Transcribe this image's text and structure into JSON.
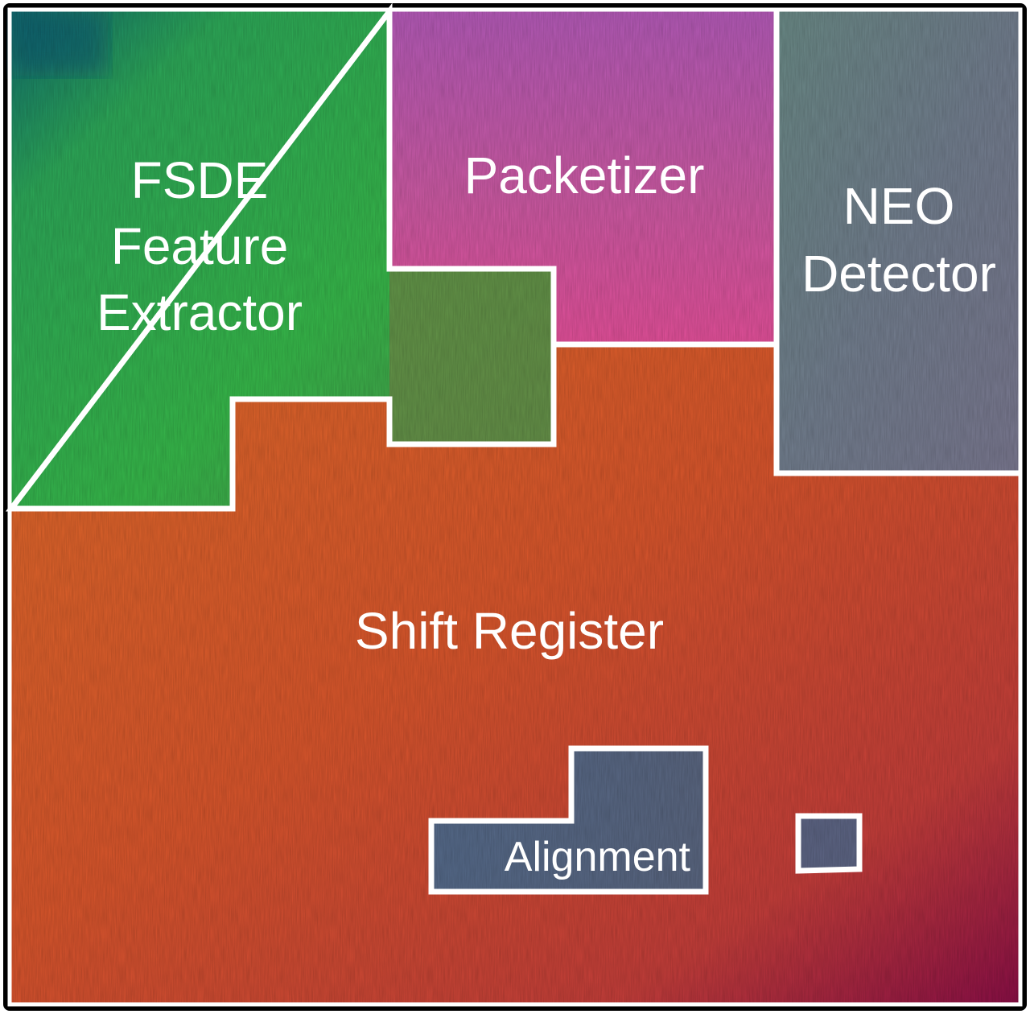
{
  "colors": {
    "fsde": "#2fb84a",
    "packetizer": "#c858b0",
    "neo": "#6f7f8a",
    "shift_register": "#d84a28",
    "alignment": "#5d6a86",
    "frame": "#000000",
    "outline": "#ffffff"
  },
  "regions": {
    "fsde": {
      "lines": [
        "FSDE",
        "Feature",
        "Extractor"
      ]
    },
    "packetizer": {
      "lines": [
        "Packetizer"
      ]
    },
    "neo": {
      "lines": [
        "NEO",
        "Detector"
      ]
    },
    "shift_register": {
      "lines": [
        "Shift Register"
      ]
    },
    "alignment": {
      "lines": [
        "Alignment"
      ]
    }
  }
}
